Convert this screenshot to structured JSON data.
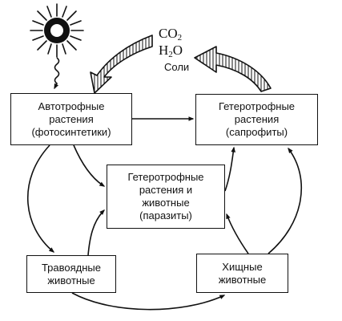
{
  "boxes": {
    "autotrophs": [
      "Автотрофные",
      "растения",
      "(фотосинтетики)"
    ],
    "saprophytes": [
      "Гетеротрофные",
      "растения",
      "(сапрофиты)"
    ],
    "parasites": [
      "Гетеротрофные",
      "растения и",
      "животные",
      "(паразиты)"
    ],
    "herbivores": [
      "Травоядные",
      "животные"
    ],
    "predators": [
      "Хищные",
      "животные"
    ]
  },
  "chemicals": {
    "co2_main": "CO",
    "co2_sub": "2",
    "h2o_h": "H",
    "h2o_sub": "2",
    "h2o_o": "O",
    "salts": "Соли"
  },
  "icons": {
    "sun": "sun-icon",
    "sunlight": "wavy-sunlight-arrow-icon",
    "mineral_arrow_left": "hatched-curved-arrow-icon",
    "mineral_arrow_right": "hatched-curved-arrow-icon"
  },
  "colors": {
    "ink": "#111111",
    "background": "#ffffff"
  }
}
